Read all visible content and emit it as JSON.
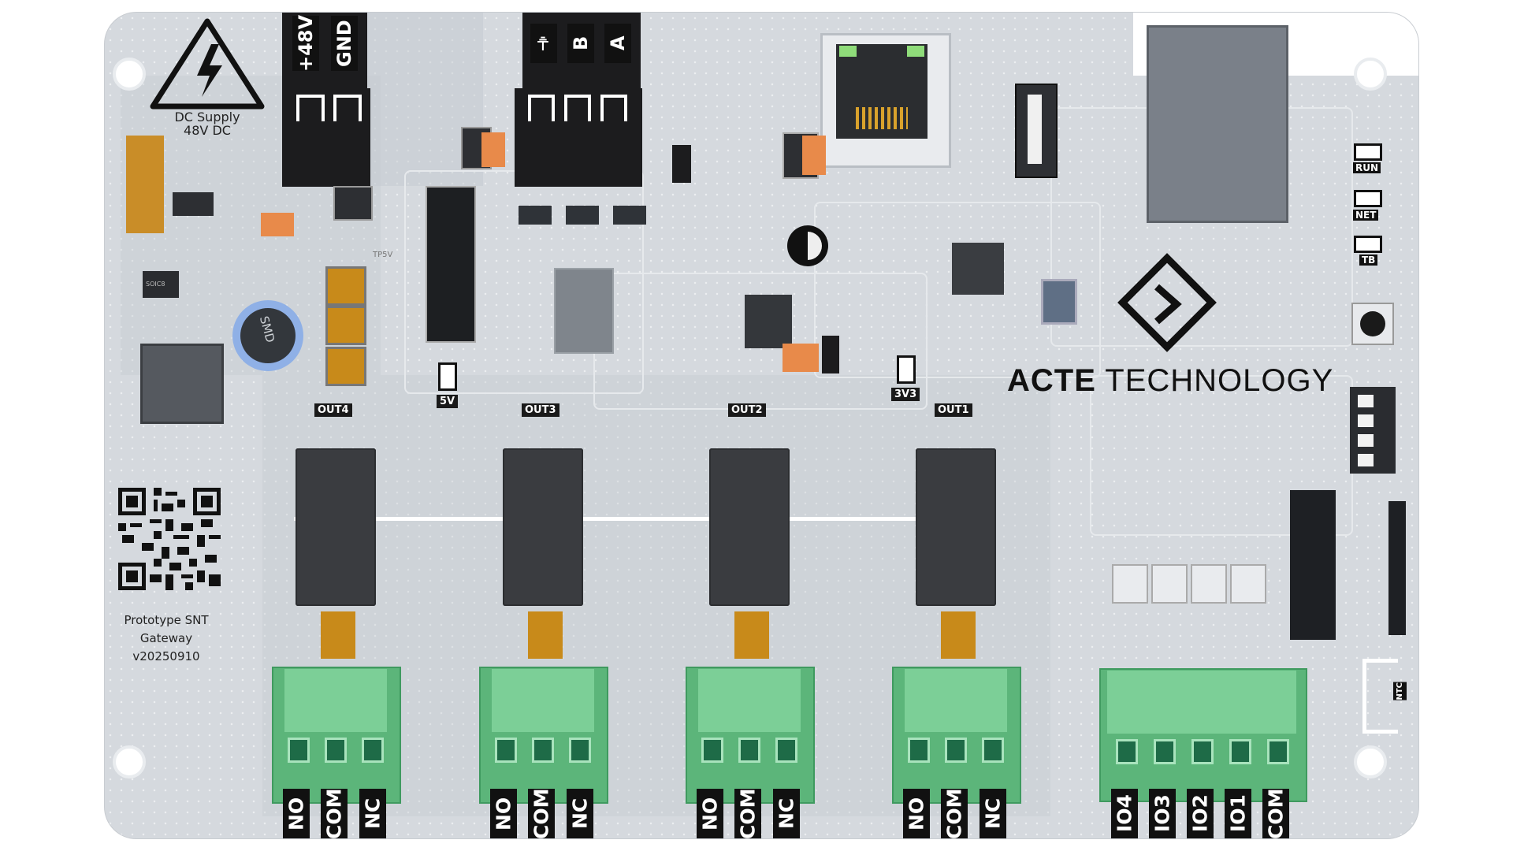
{
  "warning": {
    "line1": "DC Supply",
    "line2": "48V DC"
  },
  "power_connector": {
    "pins": [
      "+48V",
      "GND"
    ]
  },
  "rs485_connector": {
    "pins": [
      "A",
      "B",
      "⏚"
    ]
  },
  "test_points": {
    "tp5v": "TP5V"
  },
  "inductor_label": "SMD",
  "rail_labels": {
    "v5": "5V",
    "v3v3": "3V3"
  },
  "outputs": [
    {
      "label": "OUT4",
      "terminals": [
        "NO",
        "COM",
        "NC"
      ]
    },
    {
      "label": "OUT3",
      "terminals": [
        "NO",
        "COM",
        "NC"
      ]
    },
    {
      "label": "OUT2",
      "terminals": [
        "NO",
        "COM",
        "NC"
      ]
    },
    {
      "label": "OUT1",
      "terminals": [
        "NO",
        "COM",
        "NC"
      ]
    }
  ],
  "io_terminals": [
    "IO4",
    "IO3",
    "IO2",
    "IO1",
    "COM"
  ],
  "leds": [
    "RUN",
    "NET",
    "TB"
  ],
  "brand": {
    "name_bold": "ACTE",
    "name_rest": "TECHNOLOGY"
  },
  "board_info": {
    "line1": "Prototype SNT",
    "line2": "Gateway",
    "line3": "v20250910"
  },
  "ntc_label": "NTC",
  "chip_label": "SOIC8"
}
